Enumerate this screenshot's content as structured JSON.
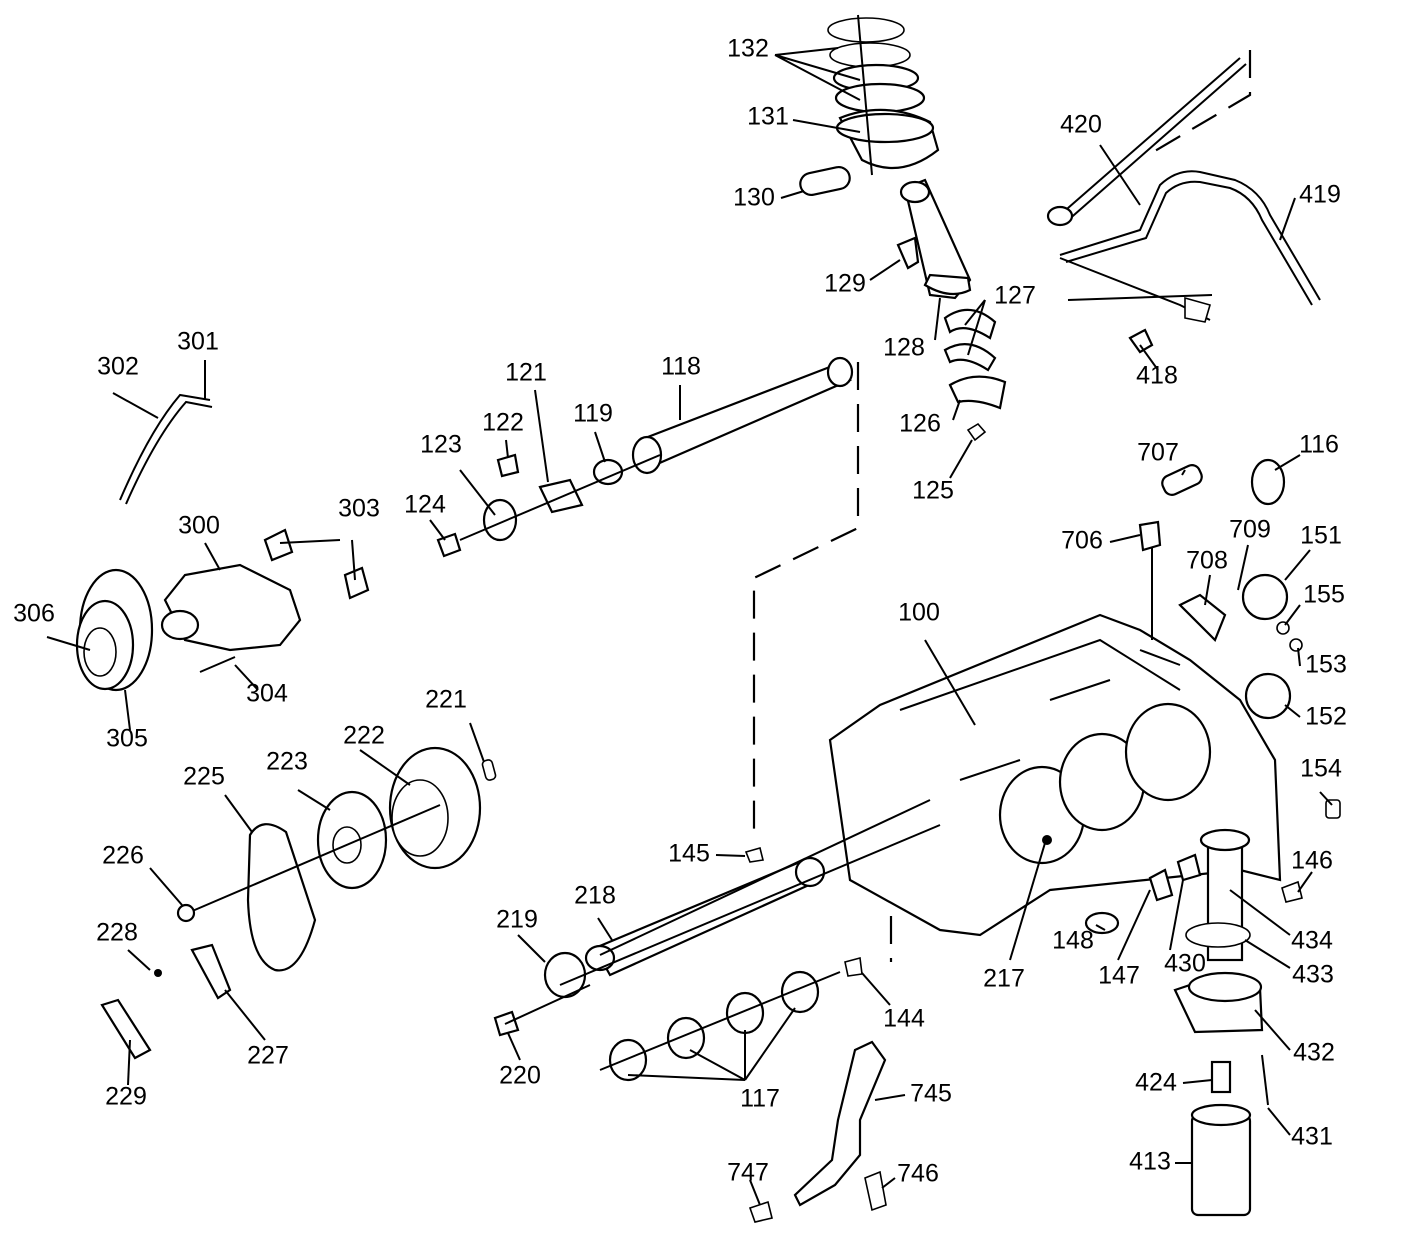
{
  "diagram": {
    "labels": [
      "132",
      "131",
      "130",
      "129",
      "128",
      "127",
      "126",
      "125",
      "420",
      "419",
      "418",
      "302",
      "301",
      "300",
      "303",
      "306",
      "305",
      "304",
      "124",
      "123",
      "122",
      "121",
      "119",
      "118",
      "116",
      "707",
      "706",
      "708",
      "709",
      "151",
      "155",
      "153",
      "152",
      "154",
      "100",
      "221",
      "222",
      "223",
      "225",
      "226",
      "228",
      "227",
      "229",
      "145",
      "218",
      "219",
      "220",
      "117",
      "144",
      "146",
      "148",
      "147",
      "430",
      "217",
      "434",
      "433",
      "432",
      "424",
      "431",
      "413",
      "745",
      "746",
      "747"
    ]
  }
}
